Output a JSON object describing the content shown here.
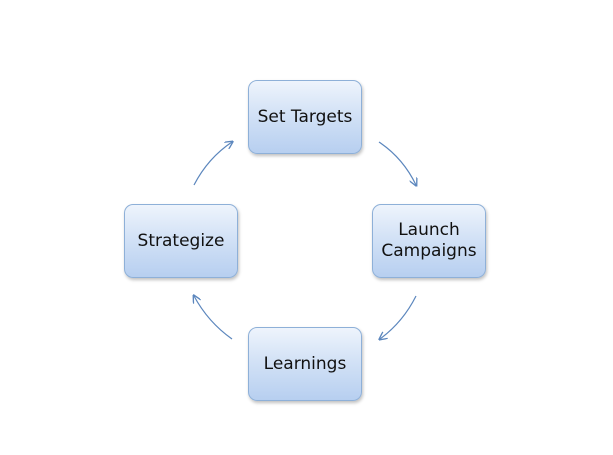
{
  "diagram": {
    "nodes": [
      {
        "id": "set-targets",
        "label": "Set Targets"
      },
      {
        "id": "launch-campaigns",
        "label": "Launch\nCampaigns"
      },
      {
        "id": "learnings",
        "label": "Learnings"
      },
      {
        "id": "strategize",
        "label": "Strategize"
      }
    ],
    "flow": [
      "set-targets",
      "launch-campaigns",
      "learnings",
      "strategize",
      "set-targets"
    ],
    "colors": {
      "node_fill_top": "#eef4fc",
      "node_fill_bottom": "#b7cff0",
      "node_border": "#8eb0d8",
      "arrow": "#5b86bd"
    }
  }
}
